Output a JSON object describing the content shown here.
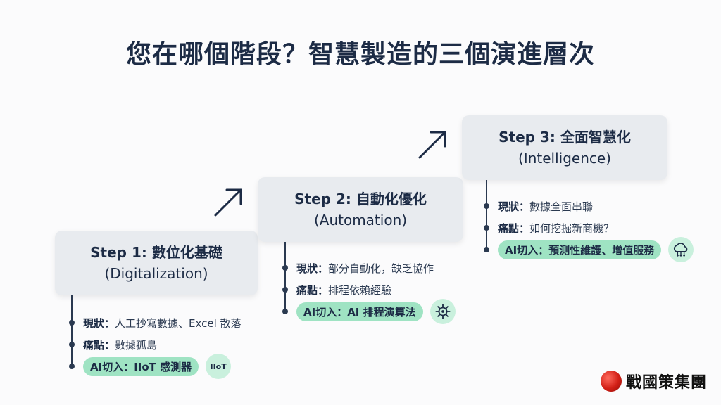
{
  "title": "您在哪個階段？智慧製造的三個演進層次",
  "steps": [
    {
      "heading": "Step 1: 數位化基礎",
      "subheading": "(Digitalization)",
      "status_label": "現狀：",
      "status_value": "人工抄寫數據、Excel 散落",
      "pain_label": "痛點：",
      "pain_value": "數據孤島",
      "ai_label": "AI切入：",
      "ai_value": "IIoT 感測器",
      "icon_name": "iiot-signal-icon",
      "icon_text": "IIoT"
    },
    {
      "heading": "Step 2: 自動化優化",
      "subheading": "(Automation)",
      "status_label": "現狀：",
      "status_value": "部分自動化，缺乏協作",
      "pain_label": "痛點：",
      "pain_value": "排程依賴經驗",
      "ai_label": "AI切入：",
      "ai_value": "AI 排程演算法",
      "icon_name": "gear-ai-icon",
      "icon_text": ""
    },
    {
      "heading": "Step 3: 全面智慧化",
      "subheading": "(Intelligence)",
      "status_label": "現狀：",
      "status_value": "數據全面串聯",
      "pain_label": "痛點：",
      "pain_value": "如何挖掘新商機？",
      "ai_label": "AI切入：",
      "ai_value": "預測性維護、增值服務",
      "icon_name": "cloud-network-icon",
      "icon_text": ""
    }
  ],
  "logo_text": "戰國策集團",
  "colors": {
    "box": "#e8ebef",
    "pill": "#9fe3c3",
    "text": "#1c2b45"
  }
}
